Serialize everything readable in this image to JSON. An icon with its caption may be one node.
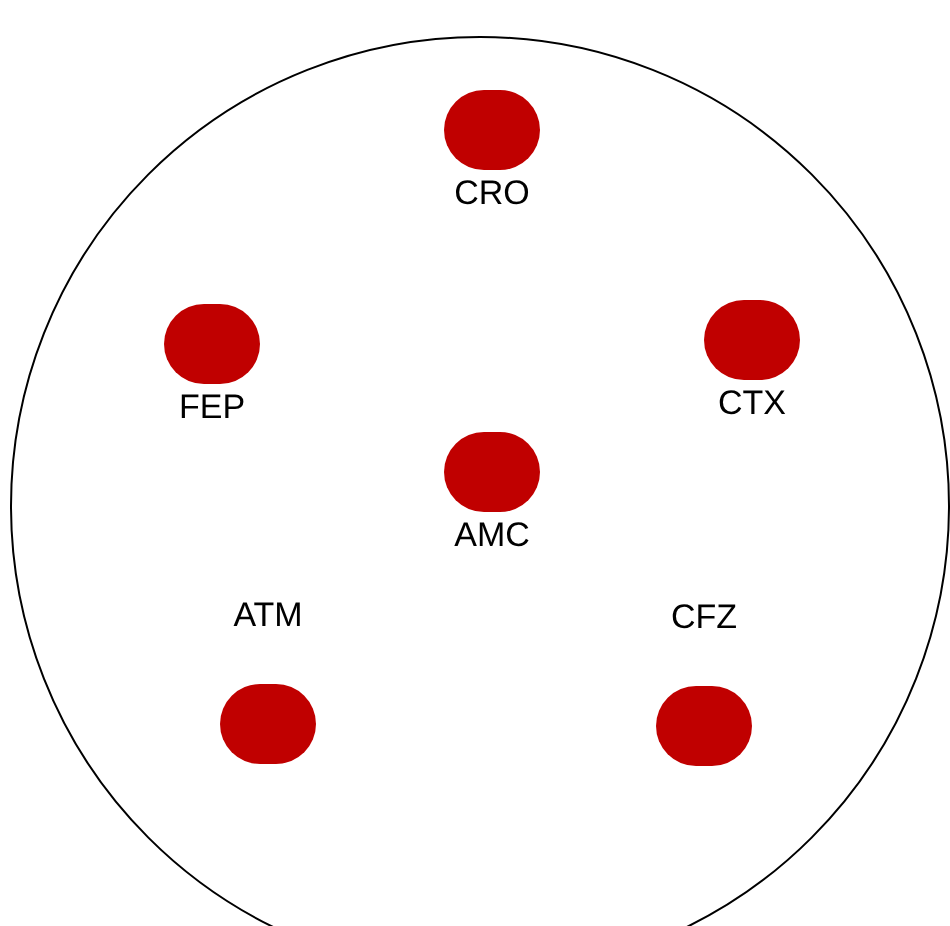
{
  "diagram": {
    "nodes": [
      {
        "text": [],
        "shape": "circle"
      },
      {
        "text": [
          "CRO"
        ],
        "in": 0
      },
      {
        "text": [
          "FEP"
        ],
        "in": 0
      },
      {
        "text": [
          "CTX"
        ],
        "in": 0
      },
      {
        "text": [
          "AMC"
        ],
        "in": 0
      },
      {
        "text": [
          "ATM"
        ],
        "in": 0
      },
      {
        "text": [
          "CFZ"
        ],
        "in": 0
      }
    ]
  }
}
